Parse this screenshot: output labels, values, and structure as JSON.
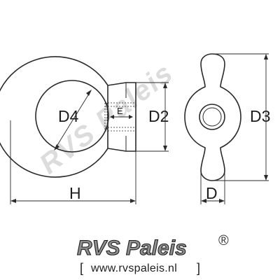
{
  "dimensions": {
    "d4": "D4",
    "e": "E",
    "d2": "D2",
    "d3": "D3",
    "h": "H",
    "d": "D"
  },
  "watermark": {
    "text": "RVS Paleis"
  },
  "logo": {
    "name": "RVS Paleis",
    "registered": "®",
    "url": "www.rvspaleis.nl",
    "bracket_open": "[",
    "bracket_close": "]"
  },
  "colors": {
    "line": "#2a2a2a",
    "logo_fill": "#8f8f8f",
    "watermark": "#dcdcdc"
  }
}
